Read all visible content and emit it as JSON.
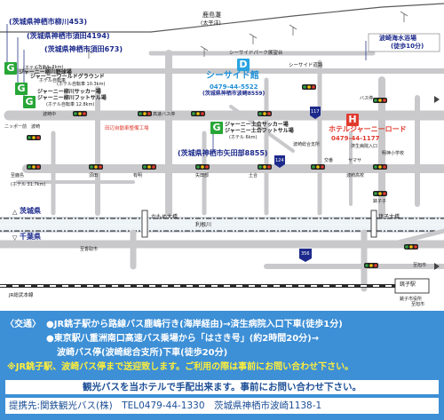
{
  "map": {
    "sea": "鹿島灘",
    "sea_sub": "(太平洋)",
    "right_pool": "波崎海水浴場",
    "right_pool_sub": "(徒歩10分)",
    "ibaraki": "茨城県",
    "chiba": "千葉県",
    "river": "利根川",
    "bridge_left": "かもめ大橋",
    "bridge_right": "銚子大橋",
    "station": "銚子駅",
    "jr_line": "JR総武本線",
    "right_city": "至旭市",
    "right_city2": "至旭市",
    "park_top": "シーサイドパーク展望台",
    "seaside_road": "シーサイド道路",
    "seaside_title": "シーサイド館",
    "seaside_tel": "0479-44-5522",
    "seaside_addr": "(茨城県神栖市波崎8559)",
    "hotel_title": "ホテルジャーニーロード",
    "hotel_tel": "0479-44-1177",
    "field1_title": "(茨城県神栖市柳川453)",
    "field1_name": "ジャーニー柳川野球場",
    "field2_title": "(茨城県神栖市須田4194)",
    "field2_name": "ジャーニーワールドグラウンド",
    "field3_title": "(茨城県神栖市須田673)",
    "field3_name1": "ジャーニー柳川サッカー場",
    "field3_name2": "ジャーニー柳川フットサル場",
    "field4_title": "(茨城県神栖市矢田部8855)",
    "field4_name1": "ジャーニー土合サッカー場",
    "field4_name2": "ジャーニー土合フットサル場",
    "route_124": "124",
    "route_117": "117",
    "route_356": "356",
    "small_labels": [
      "ニッポー前",
      "波崎",
      "高速バス停",
      "至鹿島",
      "波崎総合支所",
      "須田",
      "矢田部",
      "土合",
      "波崎高校",
      "バス停",
      "済生病院入口",
      "明神小学校",
      "交番",
      "ヤマサ",
      "至香取市",
      "銚子市役所",
      "田辺自動車整備工場",
      "ホテル自転車",
      "(ホテル自転車 10.3km)",
      "(ホテル自転車 12.8km)",
      "(ホテル 6km)",
      "(ホテル 2km)",
      "(ホテル 14km)",
      "(ホテル 31.7km)",
      "波崎中",
      "有明",
      "鉢子子"
    ]
  },
  "bottom": {
    "traffic_head": "〈交通〉",
    "line1": "●JR銚子駅から路線バス鹿嶋行き(海岸経由)→済生病院入口下車(徒歩1分)",
    "line2": "●東京駅八重洲南口高速バス乗場から「はさき号」(約2時間20分)→",
    "line3": "波崎バス停(波崎総合支所)下車(徒歩20分)",
    "warn": "※JR銚子駅、波崎バス停まで送迎致します。ご利用の際は事前にお問い合わせ下さい。",
    "box1": "観光バスを当ホテルで手配出来ます。事前にお問い合わせ下さい。",
    "box2": "提携先:関鉄観光バス(株)　TEL0479-44-1330　茨城県神栖市波崎1138-1"
  },
  "colors": {
    "road": "#c9c9cc",
    "accent": "#3d8fd6",
    "river": "#eaf1f6",
    "hotel": "#e03a2d",
    "sign_green": "#27a637",
    "sign_blue": "#29a3e0",
    "address": "#1d2a8c"
  }
}
